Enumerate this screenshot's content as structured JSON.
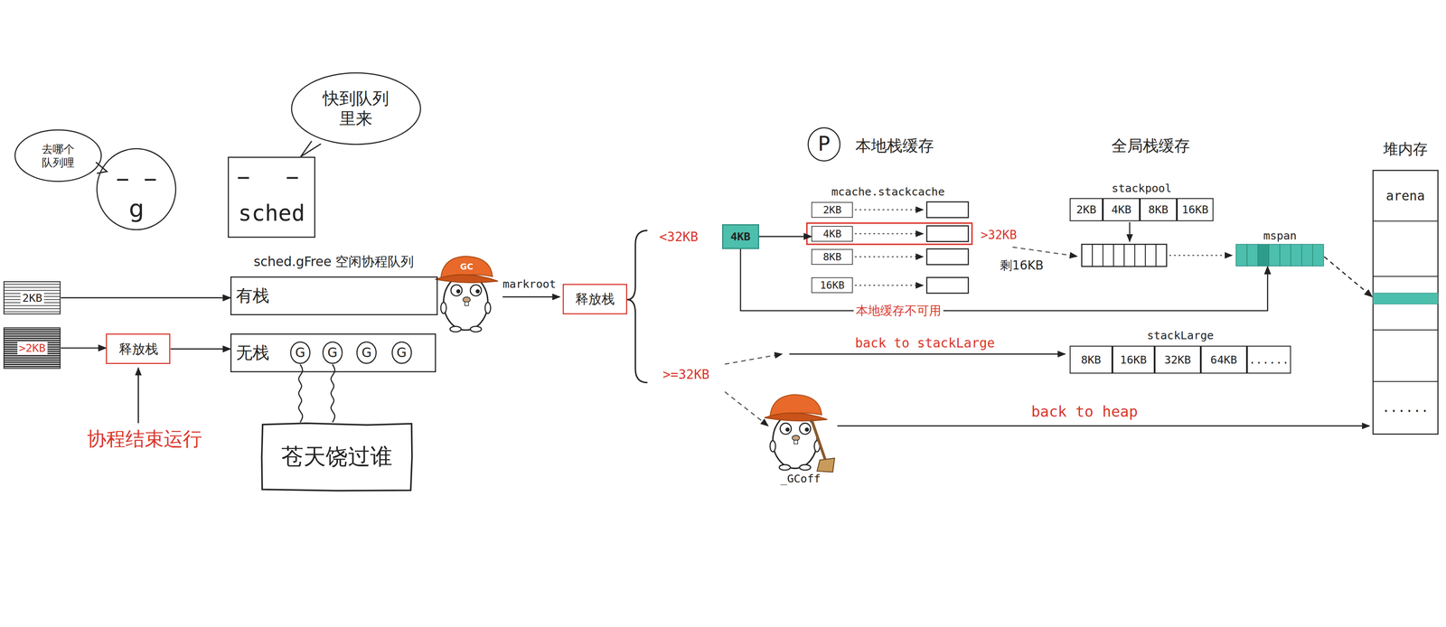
{
  "diagram": {
    "nodes": [
      {
        "text": [
          "去哪个 队列哩"
        ]
      },
      {
        "text": [
          "g"
        ]
      },
      {
        "text": [
          "sched"
        ]
      },
      {
        "text": [
          "快到队列 里来"
        ]
      },
      {
        "text": [
          "2KB"
        ]
      },
      {
        "text": [
          ">2KB"
        ]
      },
      {
        "text": [
          "有栈"
        ]
      },
      {
        "text": [
          "释放栈"
        ]
      },
      {
        "text": [
          "无栈"
        ]
      },
      {
        "text": [
          "G"
        ],
        "in": 8
      },
      {
        "text": [
          "G"
        ],
        "in": 8
      },
      {
        "text": [
          "G"
        ],
        "in": 8
      },
      {
        "text": [
          "G"
        ],
        "in": 8
      },
      {
        "text": [
          "苍天饶过谁"
        ]
      },
      {
        "text": [
          "释放栈"
        ]
      },
      {
        "text": [
          "4KB"
        ]
      },
      {
        "text": [
          "P"
        ]
      },
      {
        "text": [
          "2KB"
        ]
      },
      {
        "text": [
          "4KB"
        ]
      },
      {
        "text": [
          "8KB"
        ]
      },
      {
        "text": [
          "16KB"
        ]
      },
      {
        "text": [
          "stackpool",
          "2KB",
          "4KB",
          "8KB",
          "16KB"
        ]
      },
      {
        "text": [
          "mspan"
        ]
      },
      {
        "text": [
          "stackLarge",
          "8KB",
          "16KB",
          "32KB",
          "64KB",
          "......"
        ]
      },
      {
        "text": [
          "堆内存",
          "arena",
          "......"
        ]
      }
    ],
    "edges": [
      {
        "from": 4,
        "to": 6,
        "arrow": "to"
      },
      {
        "from": 5,
        "to": 7,
        "arrow": "to"
      },
      {
        "from": 7,
        "to": 8,
        "arrow": "to"
      },
      {
        "from": 9,
        "to": 13,
        "arrow": "none"
      },
      {
        "from": 10,
        "to": 13,
        "arrow": "none"
      },
      {
        "from": 15,
        "to": 18,
        "arrow": "to"
      },
      {
        "from": 15,
        "to": 22,
        "label": "本地缓存不可用",
        "arrow": "to"
      },
      {
        "from": 22,
        "to": 24,
        "arrow": "to"
      }
    ],
    "labels": [
      "sched.gFree 空闲协程队列",
      "GC",
      "markroot",
      "协程结束运行",
      "<32KB",
      ">=32KB",
      "本地栈缓存",
      "全局栈缓存",
      "mcache.stackcache",
      ">32KB",
      "剩16KB",
      "back to stackLarge",
      "back to heap",
      "_GCoff"
    ]
  }
}
